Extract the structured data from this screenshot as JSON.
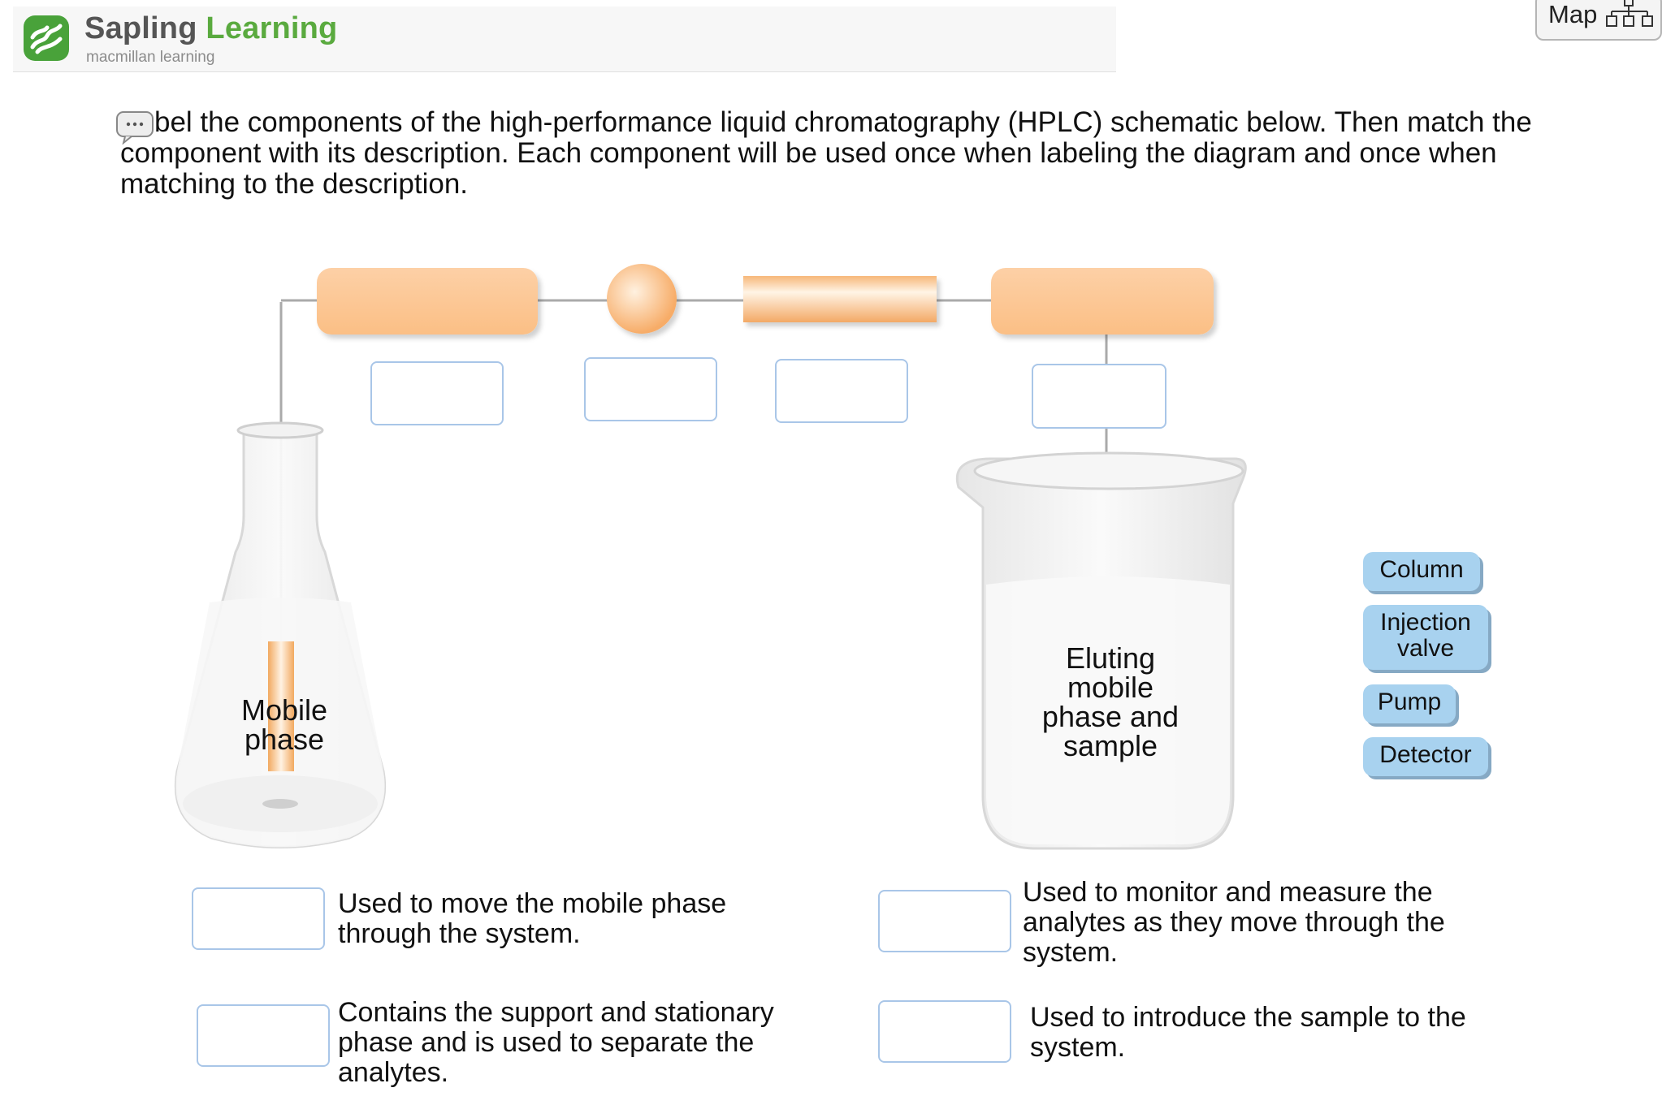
{
  "header": {
    "brand_name_part1": "Sapling",
    "brand_name_part2": "Learning",
    "brand_sub": "macmillan learning",
    "map_label": "Map"
  },
  "instructions": "bel the components of the high-performance liquid chromatography (HPLC) schematic below. Then match the component with its description. Each component will be used once when labeling the diagram and once when matching to the description.",
  "diagram": {
    "flask_label": "Mobile phase",
    "beaker_label": "Eluting mobile phase and sample",
    "colors": {
      "component": "#fcc694",
      "chip": "#a8d2ef",
      "drop_border": "#a9c6e8"
    }
  },
  "labels": [
    "Column",
    "Injection valve",
    "Pump",
    "Detector"
  ],
  "descriptions": {
    "d1": "Used to move the mobile phase through the system.",
    "d2": "Contains the support and stationary phase and is used to separate the analytes.",
    "d3": "Used to monitor and measure the analytes as they move through the system.",
    "d4": "Used to introduce the sample to the system."
  }
}
